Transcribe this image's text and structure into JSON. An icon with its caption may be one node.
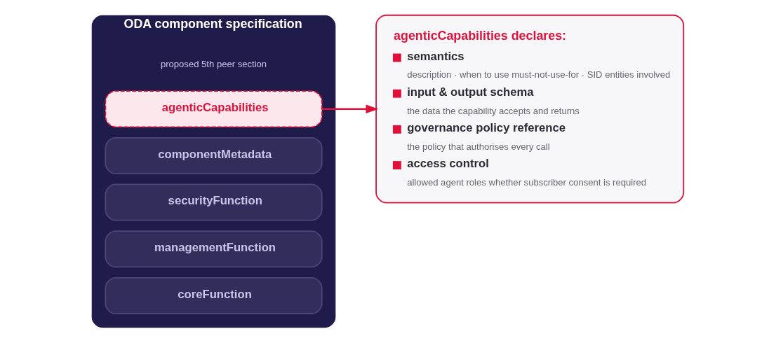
{
  "diagram": {
    "nodes": [
      {
        "text": [
          "ODA component specification"
        ]
      },
      {
        "text": [
          "coreFunction"
        ],
        "in": 0
      },
      {
        "text": [
          "managementFunction"
        ],
        "in": 0
      },
      {
        "text": [
          "securityFunction"
        ],
        "in": 0
      },
      {
        "text": [
          "componentMetadata"
        ],
        "in": 0
      },
      {
        "text": [
          "agenticCapabilities"
        ],
        "in": 0,
        "beside": [
          "proposed 5th peer section"
        ]
      },
      {
        "text": [
          "agenticCapabilities declares:",
          "semantics",
          "description · when to use must-not-use-for · SID entities involved",
          "input & output schema",
          "the data the capability accepts and returns",
          "governance policy reference",
          "the policy that authorises every call",
          "access control",
          "allowed agent roles whether subscriber consent is required"
        ]
      }
    ],
    "edges": [
      {
        "from": 5,
        "to": 6,
        "arrow": "to",
        "color": "#e0103a"
      }
    ]
  }
}
